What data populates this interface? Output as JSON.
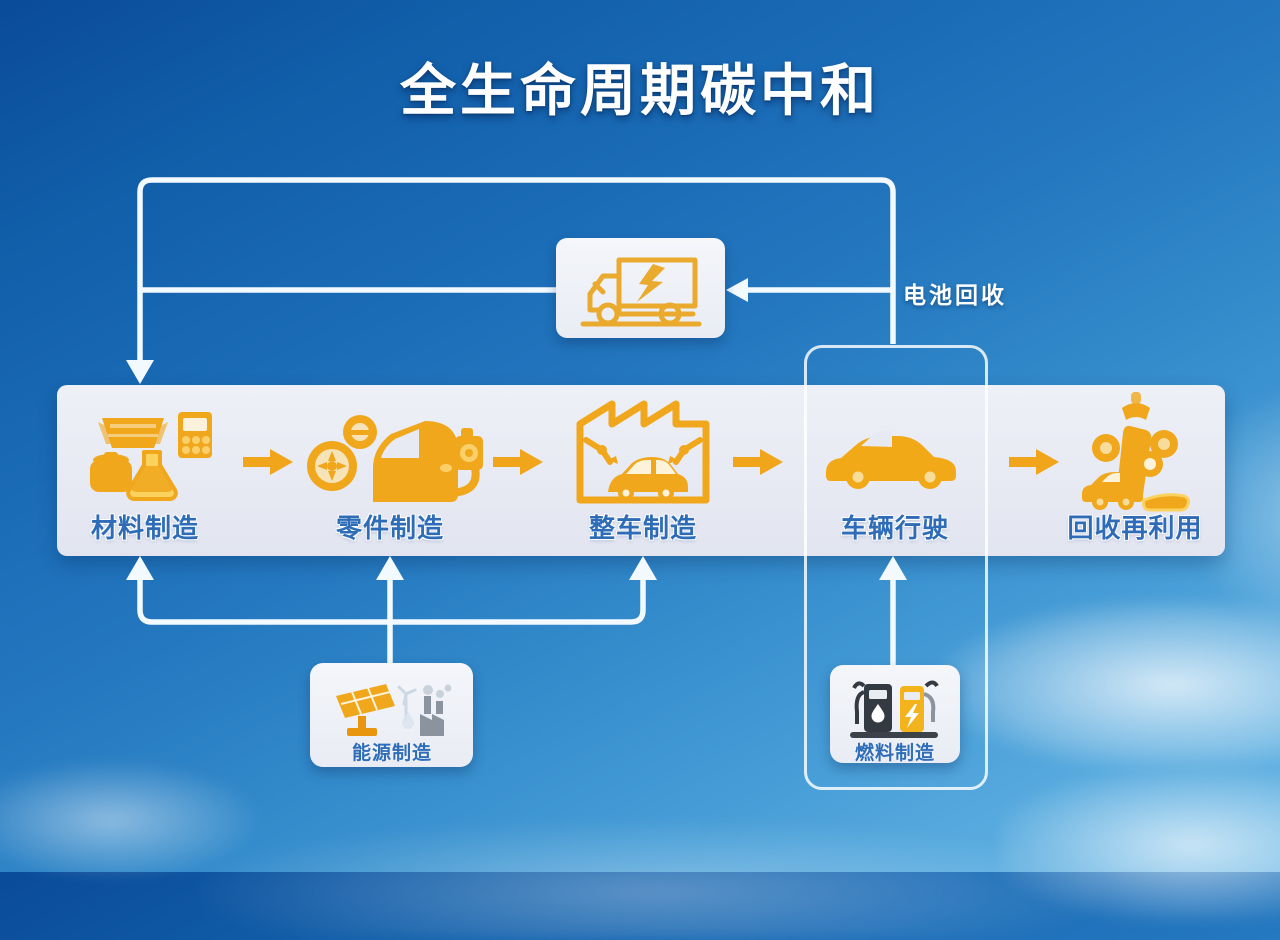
{
  "title": "全生命周期碳中和",
  "colors": {
    "accent_orange": "#F0A71B",
    "label_blue": "#2E6CB8",
    "line_white": "#F3FAFF",
    "panel_light": "#E7EAF3",
    "box_light": "#F3F5F9",
    "sky_top": "#0A4B99",
    "sky_bottom": "#6DB9E6"
  },
  "flow": {
    "stages": [
      {
        "label": "材料制造",
        "icon": "materials-icon"
      },
      {
        "label": "零件制造",
        "icon": "parts-icon"
      },
      {
        "label": "整车制造",
        "icon": "assembly-icon"
      },
      {
        "label": "车辆行驶",
        "icon": "driving-car-icon"
      },
      {
        "label": "回收再利用",
        "icon": "recycle-parts-icon"
      }
    ],
    "arrow_icon": "arrow-right-icon"
  },
  "battery_recycling": {
    "label": "电池回收",
    "icon": "battery-truck-icon"
  },
  "energy": {
    "label": "能源制造",
    "icon": "energy-plant-icon"
  },
  "fuel": {
    "label": "燃料制造",
    "icon": "fuel-pumps-icon"
  }
}
